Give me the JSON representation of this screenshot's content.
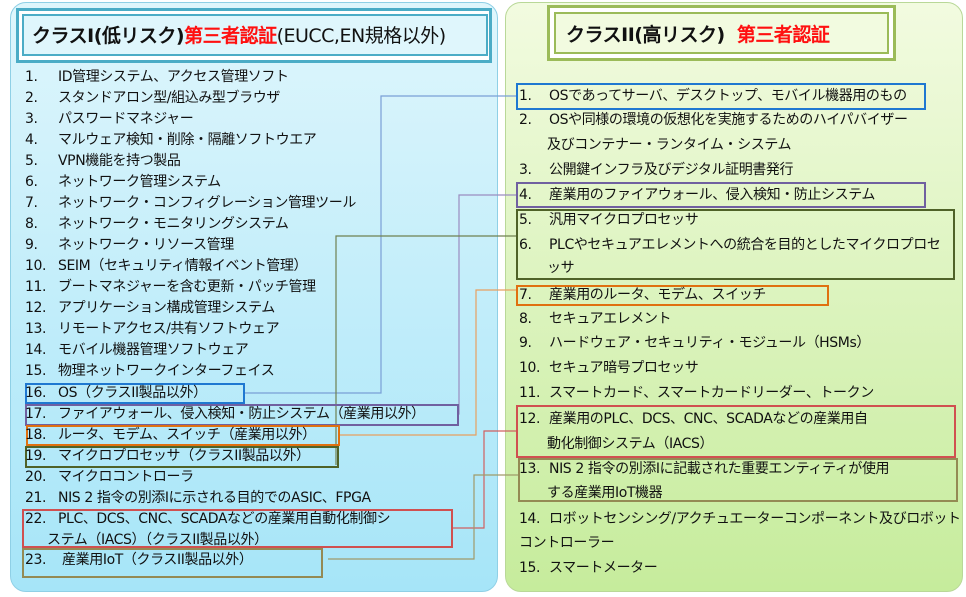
{
  "class1": {
    "title_black": "クラスI(低リスク)",
    "title_red": "第三者認証",
    "title_suffix": "(EUCC,EN規格以外)",
    "items": [
      {
        "num": "1.",
        "text": "ID管理システム、アクセス管理ソフト"
      },
      {
        "num": "2.",
        "text": "スタンドアロン型/組込み型ブラウザ"
      },
      {
        "num": "3.",
        "text": "パスワードマネジャー"
      },
      {
        "num": "4.",
        "text": "マルウェア検知・削除・隔離ソフトウエア"
      },
      {
        "num": "5.",
        "text": "VPN機能を持つ製品"
      },
      {
        "num": "6.",
        "text": "ネットワーク管理システム"
      },
      {
        "num": "7.",
        "text": "ネットワーク・コンフィグレーション管理ツール"
      },
      {
        "num": "8.",
        "text": "ネットワーク・モニタリングシステム"
      },
      {
        "num": "9.",
        "text": "ネットワーク・リソース管理"
      },
      {
        "num": "10.",
        "text": "SEIM（セキュリティ情報イベント管理）"
      },
      {
        "num": "11.",
        "text": "ブートマネジャーを含む更新・パッチ管理"
      },
      {
        "num": "12.",
        "text": "アプリケーション構成管理システム"
      },
      {
        "num": "13.",
        "text": "リモートアクセス/共有ソフトウェア"
      },
      {
        "num": "14.",
        "text": "モバイル機器管理ソフトウェア"
      },
      {
        "num": "15.",
        "text": "物理ネットワークインターフェイス"
      },
      {
        "num": "16.",
        "text": "OS（クラスII製品以外）"
      },
      {
        "num": "17.",
        "text": "ファイアウォール、侵入検知・防止システム（産業用以外）"
      },
      {
        "num": "18.",
        "text": "ルータ、モデム、スイッチ（産業用以外）"
      },
      {
        "num": "19.",
        "text": "マイクロプロセッサ（クラスII製品以外）"
      },
      {
        "num": "20.",
        "text": "マイクロコントローラ"
      },
      {
        "num": "21.",
        "text": "NIS 2 指令の別添Iに示される目的でのASIC、FPGA"
      },
      {
        "num": "22.",
        "text": "PLC、DCS、CNC、SCADAなどの産業用自動化制御シ",
        "text2": "ステム（IACS）（クラスII製品以外）"
      },
      {
        "num": "23.",
        "text": " 産業用IoT（クラスII製品以外）"
      }
    ]
  },
  "class2": {
    "title_black": "クラスII(高リスク)",
    "title_red": "第三者認証",
    "items": [
      {
        "num": "1.",
        "text": "OSであってサーバ、デスクトップ、モバイル機器用のもの"
      },
      {
        "num": "2.",
        "text": "OSや同様の環境の仮想化を実施するためのハイパバイザー",
        "text2": "及びコンテナー・ランタイム・システム"
      },
      {
        "num": "3.",
        "text": "公開鍵インフラ及びデジタル証明書発行"
      },
      {
        "num": "4.",
        "text": "産業用のファイアウォール、侵入検知・防止システム"
      },
      {
        "num": "5.",
        "text": "汎用マイクロプロセッサ"
      },
      {
        "num": "6.",
        "text": "PLCやセキュアエレメントへの統合を目的としたマイクロプロセ",
        "text2": "ッサ"
      },
      {
        "num": "7.",
        "text": "産業用のルータ、モデム、スイッチ"
      },
      {
        "num": "8.",
        "text": "セキュアエレメント"
      },
      {
        "num": "9.",
        "text": "ハードウェア・セキュリティ・モジュール（HSMs）"
      },
      {
        "num": "10.",
        "text": "セキュア暗号プロセッサ"
      },
      {
        "num": "11.",
        "text": "スマートカード、スマートカードリーダー、トークン"
      },
      {
        "num": "12.",
        "text": "産業用のPLC、DCS、CNC、SCADAなどの産業用自",
        "text2": "動化制御システム（IACS）"
      },
      {
        "num": "13.",
        "text": "NIS 2 指令の別添Iに記載された重要エンティティが使用",
        "text2": "する産業用IoT機器"
      },
      {
        "num": "14.",
        "text": "ロボットセンシング/アクチュエーターコンポーネント及びロボット",
        "text2": "コントローラー"
      },
      {
        "num": "15.",
        "text": "スマートメーター"
      }
    ]
  },
  "colors": {
    "blue": "#1f78d1",
    "purple": "#7060a0",
    "orange": "#e07010",
    "darkgreen": "#4f6228",
    "red": "#d05050",
    "olive": "#948a54"
  }
}
